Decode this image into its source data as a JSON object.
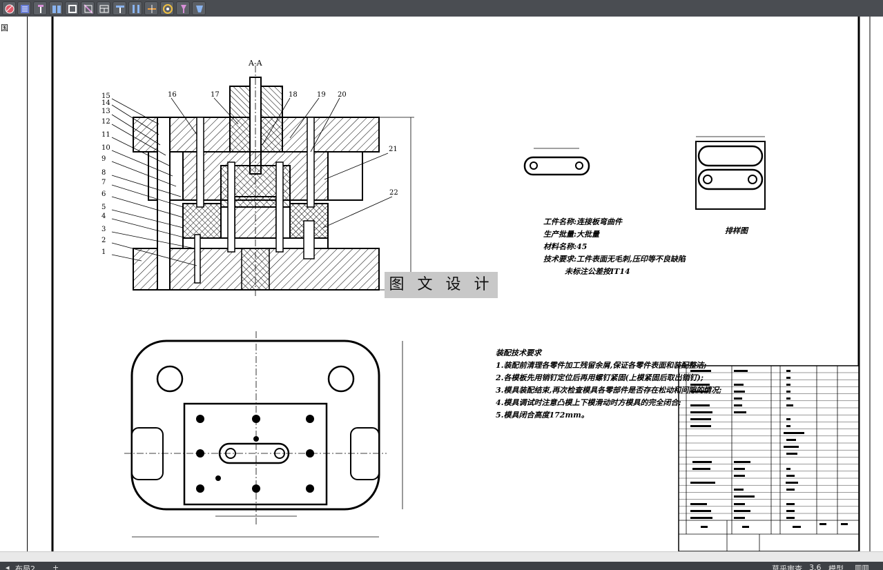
{
  "toolbar": {
    "buttons": [
      {
        "icon": "circle-hatch-icon"
      },
      {
        "icon": "list-lines-icon"
      },
      {
        "icon": "screw-icon"
      },
      {
        "icon": "bolt-pair-icon"
      },
      {
        "icon": "nut-icon"
      },
      {
        "icon": "slash-diagonal-icon"
      },
      {
        "icon": "table-rows-icon"
      },
      {
        "icon": "beam-icon"
      },
      {
        "icon": "double-bar-icon"
      },
      {
        "icon": "dimension-cross-icon"
      },
      {
        "icon": "target-circle-icon"
      },
      {
        "icon": "pin-icon"
      },
      {
        "icon": "cutter-icon"
      }
    ]
  },
  "side": {
    "label": "国"
  },
  "drawing": {
    "section_label": "A-A",
    "part_numbers_left": [
      "15",
      "14",
      "13",
      "12",
      "11",
      "10",
      "9",
      "8",
      "7",
      "6",
      "5",
      "4",
      "3",
      "2",
      "1"
    ],
    "part_numbers_top": [
      "16",
      "17",
      "18",
      "19",
      "20"
    ],
    "part_numbers_right": [
      "21",
      "22"
    ],
    "part_view_label": "排样图",
    "part_info": {
      "name": "工件名称:连接板弯曲件",
      "batch": "生产批量:大批量",
      "material": "材料名称:45",
      "tech1": "技术要求:工件表面无毛刺,压印等不良缺陷",
      "tech2": "未标注公差按IT14"
    },
    "assembly_req": {
      "title": "装配技术要求",
      "items": [
        "1.装配前清理各零件加工残留余屑,保证各零件表面和装配整洁;",
        "2.各模板先用销钉定位后再用螺钉紧固(上模紧固后取出销钉);",
        "3.模具装配结束,再次检查模具各零部件是否存在松动和间隙的情况;",
        "4.模具调试时注意凸模上下模滑动时方模具的完全闭合;",
        "5.模具闭合高度172mm。"
      ]
    },
    "watermark": "图 文 设 计"
  },
  "status": {
    "tabs": [
      "布局2"
    ],
    "items": [
      "草乎审査",
      "3.6",
      "模型"
    ]
  }
}
